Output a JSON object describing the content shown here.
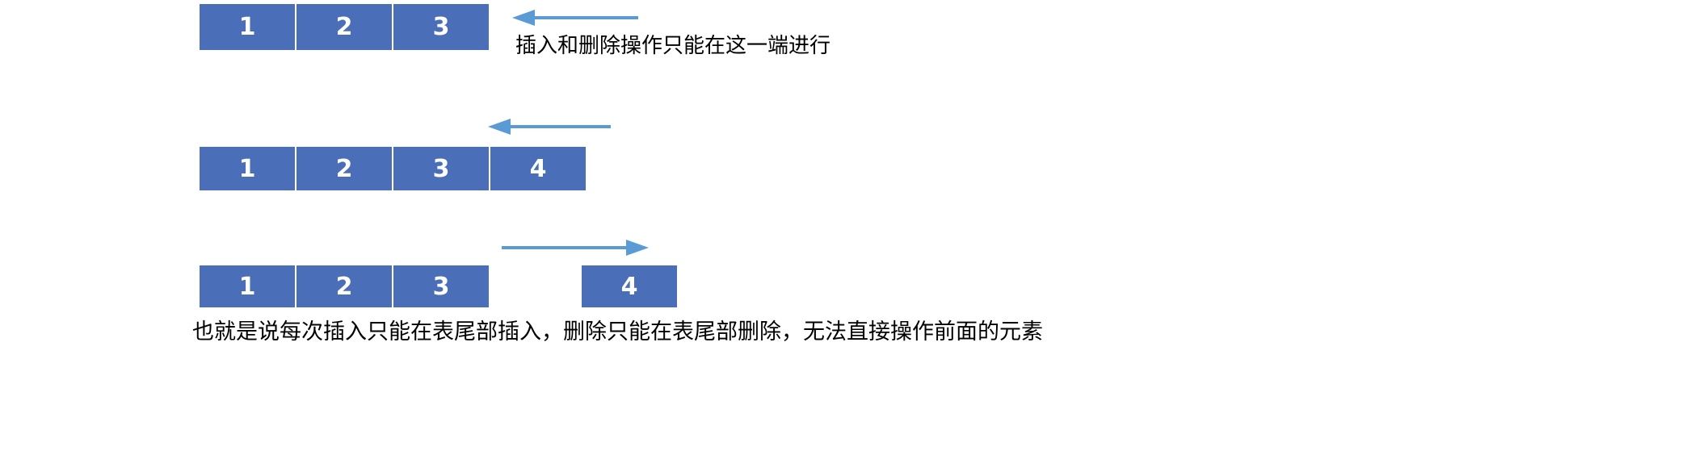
{
  "diagram": {
    "title_text_top": "插入和删除操作只能在这一端进行",
    "caption_bottom": "也就是说每次插入只能在表尾部插入，删除只能在表尾部删除，无法直接操作前面的元素",
    "colors": {
      "cell_fill": "#4A6FB8",
      "cell_text": "#FFFFFF",
      "arrow": "#5B9BD5",
      "background": "#FFFFFF",
      "caption_text": "#000000"
    },
    "rows": [
      {
        "id": "row-1",
        "cells": [
          {
            "label": "1"
          },
          {
            "label": "2"
          },
          {
            "label": "3"
          }
        ],
        "arrow": {
          "direction": "left",
          "name": "arrow-left-row-1"
        },
        "annotation": "插入和删除操作只能在这一端进行"
      },
      {
        "id": "row-2",
        "cells": [
          {
            "label": "1"
          },
          {
            "label": "2"
          },
          {
            "label": "3"
          },
          {
            "label": "4"
          }
        ],
        "arrow": {
          "direction": "left",
          "name": "arrow-left-row-2"
        }
      },
      {
        "id": "row-3",
        "cells": [
          {
            "label": "1"
          },
          {
            "label": "2"
          },
          {
            "label": "3"
          }
        ],
        "detached_cell": {
          "label": "4"
        },
        "arrow": {
          "direction": "right",
          "name": "arrow-right-row-3"
        }
      }
    ]
  }
}
